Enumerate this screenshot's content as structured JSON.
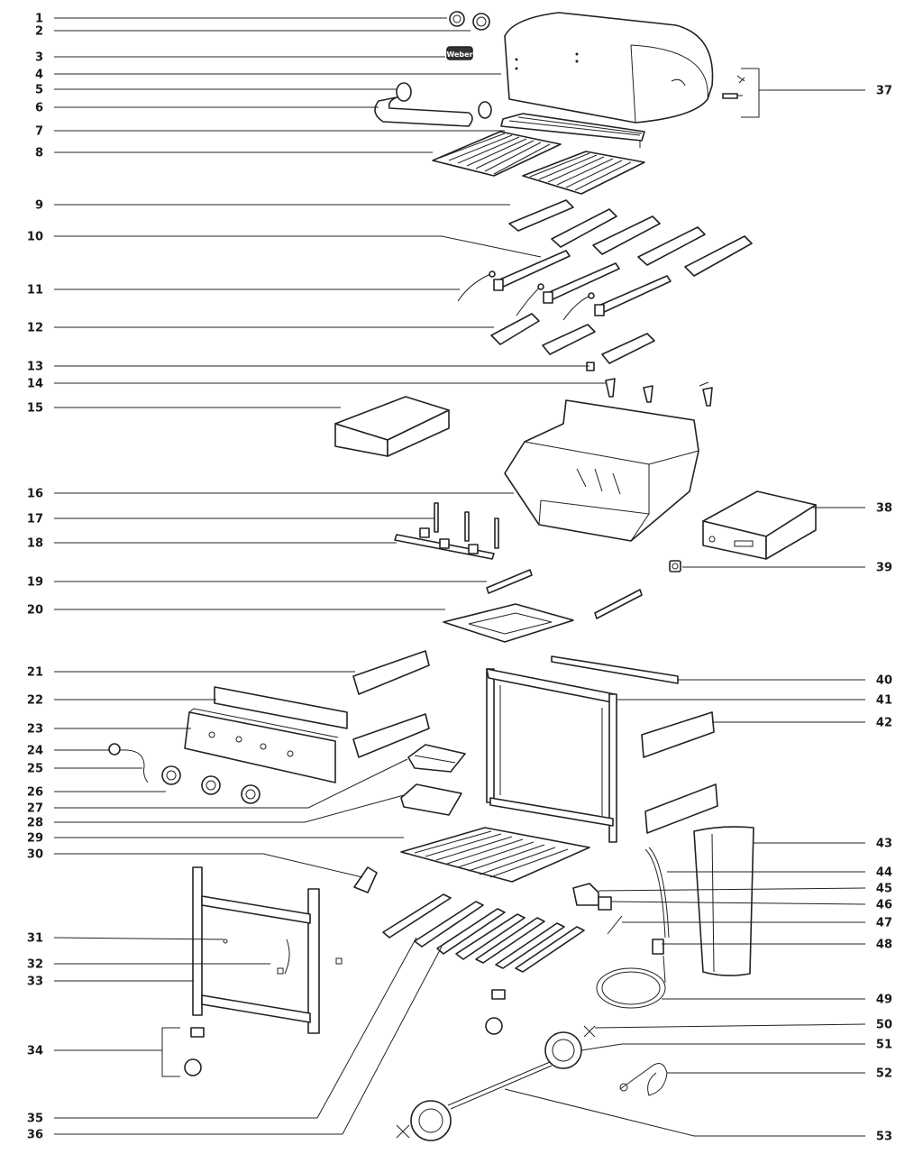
{
  "callouts_left": [
    {
      "n": "1"
    },
    {
      "n": "2"
    },
    {
      "n": "3"
    },
    {
      "n": "4"
    },
    {
      "n": "5"
    },
    {
      "n": "6"
    },
    {
      "n": "7"
    },
    {
      "n": "8"
    },
    {
      "n": "9"
    },
    {
      "n": "10"
    },
    {
      "n": "11"
    },
    {
      "n": "12"
    },
    {
      "n": "13"
    },
    {
      "n": "14"
    },
    {
      "n": "15"
    },
    {
      "n": "16"
    },
    {
      "n": "17"
    },
    {
      "n": "18"
    },
    {
      "n": "19"
    },
    {
      "n": "20"
    },
    {
      "n": "21"
    },
    {
      "n": "22"
    },
    {
      "n": "23"
    },
    {
      "n": "24"
    },
    {
      "n": "25"
    },
    {
      "n": "26"
    },
    {
      "n": "27"
    },
    {
      "n": "28"
    },
    {
      "n": "29"
    },
    {
      "n": "30"
    },
    {
      "n": "31"
    },
    {
      "n": "32"
    },
    {
      "n": "33"
    },
    {
      "n": "34"
    },
    {
      "n": "35"
    },
    {
      "n": "36"
    }
  ],
  "callouts_right": [
    {
      "n": "37"
    },
    {
      "n": "38"
    },
    {
      "n": "39"
    },
    {
      "n": "40"
    },
    {
      "n": "41"
    },
    {
      "n": "42"
    },
    {
      "n": "43"
    },
    {
      "n": "44"
    },
    {
      "n": "45"
    },
    {
      "n": "46"
    },
    {
      "n": "47"
    },
    {
      "n": "48"
    },
    {
      "n": "49"
    },
    {
      "n": "50"
    },
    {
      "n": "51"
    },
    {
      "n": "52"
    },
    {
      "n": "53"
    }
  ],
  "logo_text": "Weber",
  "colors": {
    "line": "#222222",
    "background": "#ffffff"
  }
}
